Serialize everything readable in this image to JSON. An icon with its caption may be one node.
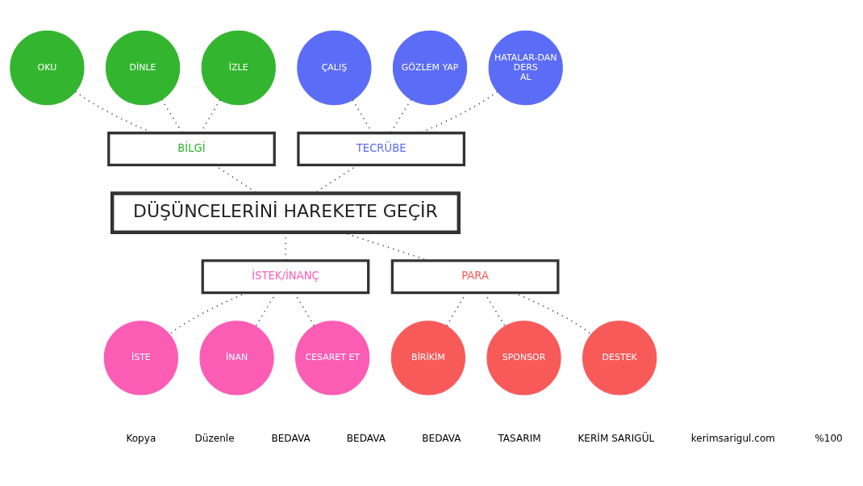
{
  "diagram": {
    "nodes": [
      {
        "text": [
          "OKU"
        ]
      },
      {
        "text": [
          "DİNLE"
        ]
      },
      {
        "text": [
          "İZLE"
        ]
      },
      {
        "text": [
          "ÇALIŞ"
        ]
      },
      {
        "text": [
          "GÖZLEM YAP"
        ]
      },
      {
        "text": [
          "HATALAR-DAN DERS AL"
        ]
      },
      {
        "text": [
          "BİLGİ"
        ]
      },
      {
        "text": [
          "TECRÜBE"
        ]
      },
      {
        "text": [
          "DÜŞÜNCELERİNİ HAREKETE GEÇİR"
        ]
      },
      {
        "text": [
          "İSTEK/İNANÇ"
        ]
      },
      {
        "text": [
          "PARA"
        ]
      },
      {
        "text": [
          "İSTE"
        ]
      },
      {
        "text": [
          "İNAN"
        ]
      },
      {
        "text": [
          "CESARET ET"
        ]
      },
      {
        "text": [
          "BİRİKİM"
        ]
      },
      {
        "text": [
          "SPONSOR"
        ]
      },
      {
        "text": [
          "DESTEK"
        ]
      }
    ],
    "edges": [
      {
        "from": 0,
        "to": 6,
        "arrow": "none",
        "style": "dashed"
      },
      {
        "from": 1,
        "to": 6,
        "arrow": "none",
        "style": "dashed"
      },
      {
        "from": 2,
        "to": 6,
        "arrow": "none",
        "style": "dashed"
      },
      {
        "from": 3,
        "to": 7,
        "arrow": "none",
        "style": "dashed"
      },
      {
        "from": 4,
        "to": 7,
        "arrow": "none",
        "style": "dashed"
      },
      {
        "from": 5,
        "to": 7,
        "arrow": "none",
        "style": "dashed"
      },
      {
        "from": 6,
        "to": 8,
        "arrow": "none",
        "style": "dashed"
      },
      {
        "from": 7,
        "to": 8,
        "arrow": "none",
        "style": "dashed"
      },
      {
        "from": 8,
        "to": 9,
        "arrow": "none",
        "style": "dashed"
      },
      {
        "from": 8,
        "to": 10,
        "arrow": "none",
        "style": "dashed"
      },
      {
        "from": 9,
        "to": 11,
        "arrow": "none",
        "style": "dashed"
      },
      {
        "from": 9,
        "to": 12,
        "arrow": "none",
        "style": "dashed"
      },
      {
        "from": 9,
        "to": 13,
        "arrow": "none",
        "style": "dashed"
      },
      {
        "from": 10,
        "to": 14,
        "arrow": "none",
        "style": "dashed"
      },
      {
        "from": 10,
        "to": 15,
        "arrow": "none",
        "style": "dashed"
      },
      {
        "from": 10,
        "to": 16,
        "arrow": "none",
        "style": "dashed"
      }
    ],
    "labels": [
      "Kopya",
      "Düzenle",
      "BEDAVA",
      "BEDAVA",
      "BEDAVA",
      "TASARIM",
      "KERİM SARIGÜL",
      "kerimsarigul.com",
      "%100"
    ]
  }
}
